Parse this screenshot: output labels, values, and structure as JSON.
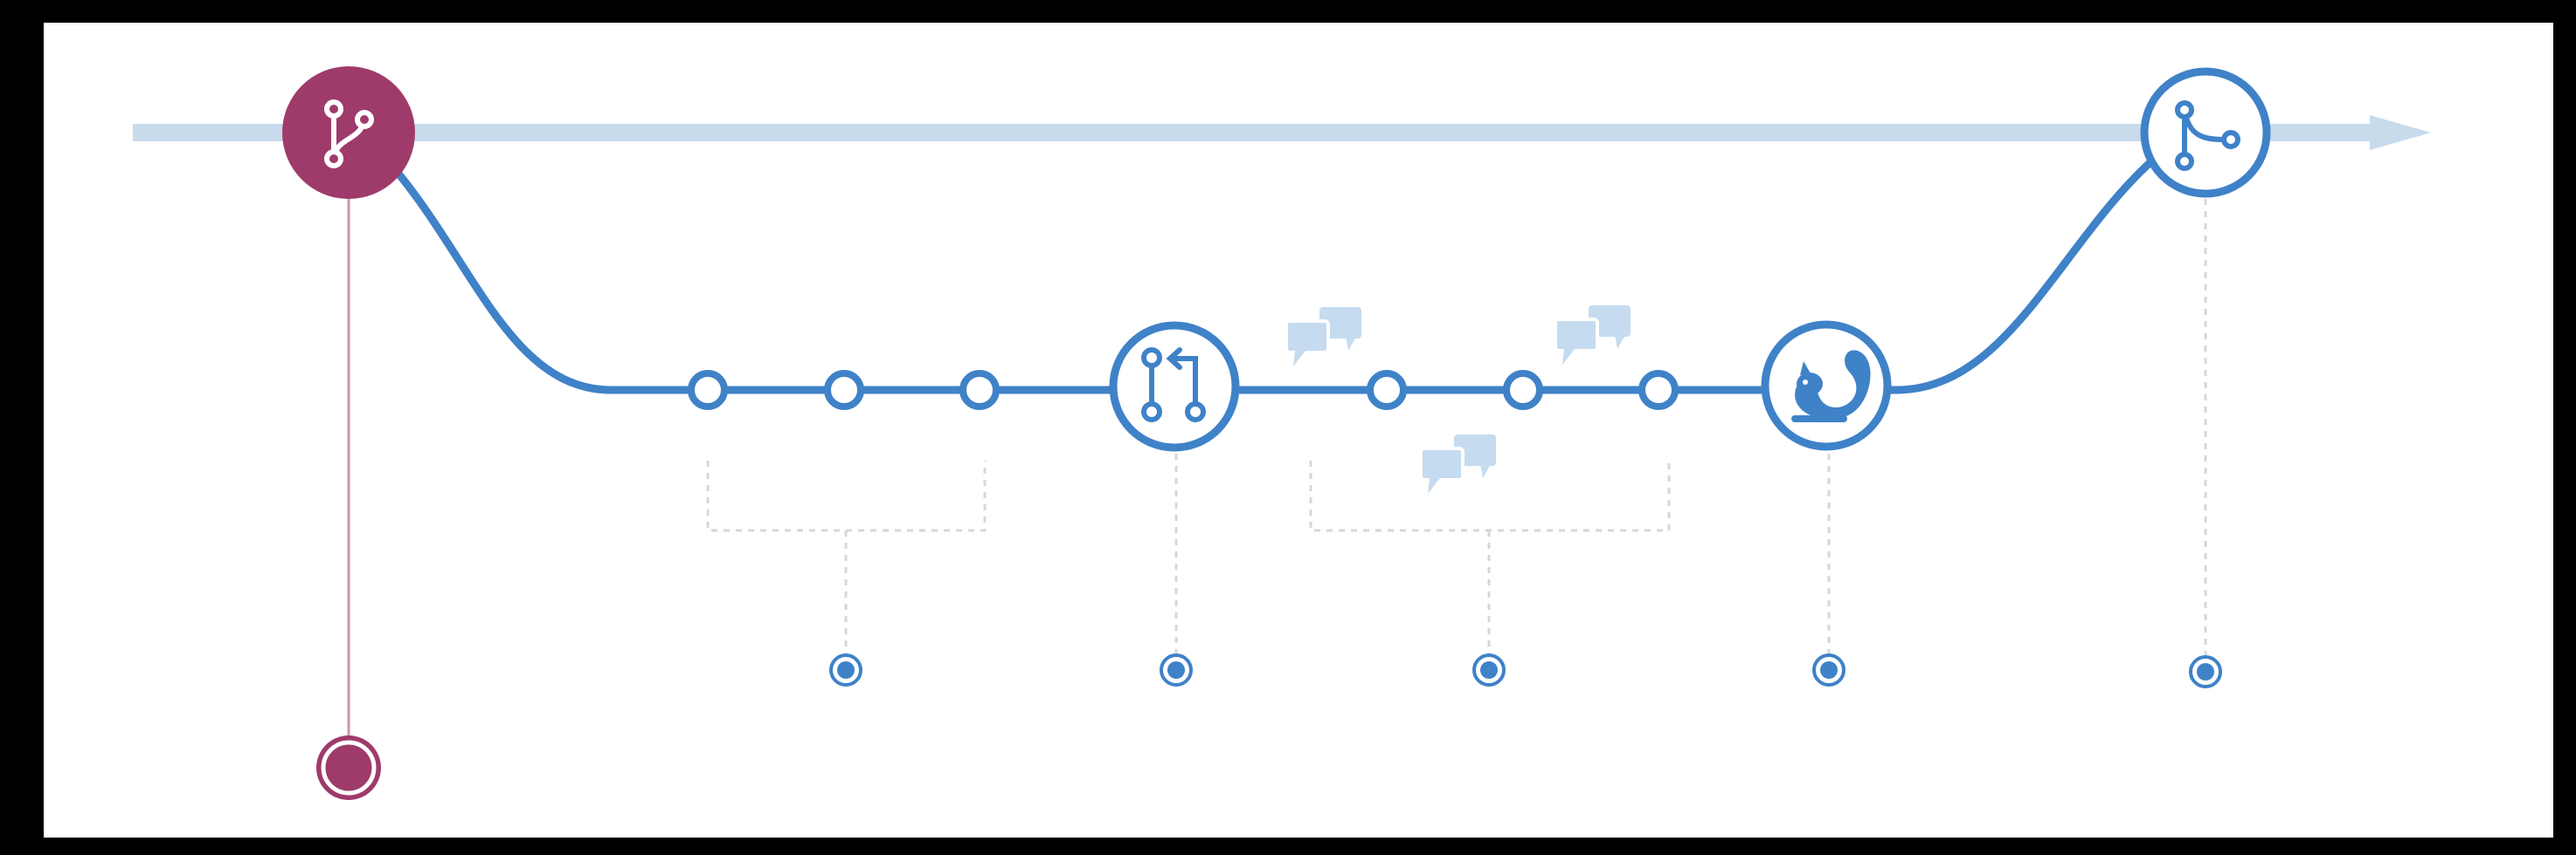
{
  "diagram": {
    "type": "github-flow",
    "colors": {
      "frame_background": "#000000",
      "canvas_background": "#ffffff",
      "main_branch": "#c7dbed",
      "feature_branch": "#3f82c8",
      "branch_node": "#9e3b6b",
      "branch_stem": "#cf93b1",
      "comment_bubble": "#c5dbef",
      "connector": "#d7d7d7",
      "marker": "#3f82c8"
    },
    "nodes": [
      {
        "id": "create-branch",
        "icon": "branch-icon"
      },
      {
        "id": "commit-1",
        "icon": "commit-dot"
      },
      {
        "id": "commit-2",
        "icon": "commit-dot"
      },
      {
        "id": "commit-3",
        "icon": "commit-dot"
      },
      {
        "id": "open-pull-request",
        "icon": "pull-request-icon"
      },
      {
        "id": "commit-4",
        "icon": "commit-dot"
      },
      {
        "id": "commit-5",
        "icon": "commit-dot"
      },
      {
        "id": "commit-6",
        "icon": "commit-dot"
      },
      {
        "id": "deploy",
        "icon": "squirrel-icon"
      },
      {
        "id": "merge",
        "icon": "merge-icon"
      }
    ],
    "comments": [
      {
        "id": "comment-1",
        "icon": "comment-icon"
      },
      {
        "id": "comment-2",
        "icon": "comment-icon"
      },
      {
        "id": "comment-3",
        "icon": "comment-icon"
      }
    ],
    "markers": [
      {
        "id": "marker-commits",
        "icon": "target-dot-icon"
      },
      {
        "id": "marker-pull-request",
        "icon": "target-dot-icon"
      },
      {
        "id": "marker-discussion",
        "icon": "target-dot-icon"
      },
      {
        "id": "marker-deploy",
        "icon": "target-dot-icon"
      },
      {
        "id": "marker-merge",
        "icon": "target-dot-icon"
      },
      {
        "id": "marker-branch",
        "icon": "ring-icon"
      }
    ]
  }
}
